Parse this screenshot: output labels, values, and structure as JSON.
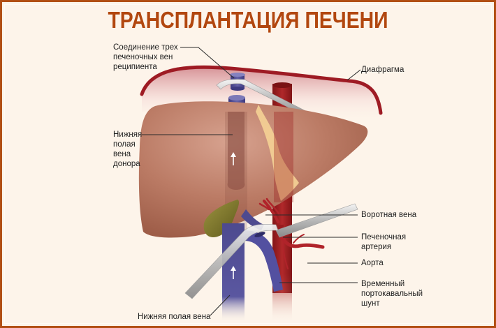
{
  "title": "ТРАНСПЛАНТАЦИЯ ПЕЧЕНИ",
  "labels": {
    "hepatic_veins_junction": "Соединение трех\nпеченочных вен\nреципиента",
    "diaphragm": "Диафрагма",
    "donor_ivc": "Нижняя\nполая\nвена\nдонора",
    "portal_vein": "Воротная вена",
    "hepatic_artery": "Печеночная\nартерия",
    "aorta": "Аорта",
    "portocaval_shunt": "Временный\nпортокавальный\nшунт",
    "ivc": "Нижняя полая вена"
  },
  "icons": {
    "flow_arrow": "arrow-up-icon"
  },
  "colors": {
    "frame_border": "#b24f14",
    "background": "#fdf4ea",
    "title": "#b2470f",
    "diaphragm": "#9e1b24",
    "liver": "#b87762",
    "vein": "#4d4a8f",
    "artery": "#9a1c1e",
    "gallbladder": "#7f7a2a",
    "ligament": "#f2cf94",
    "clamp": "#c9c9c9"
  }
}
